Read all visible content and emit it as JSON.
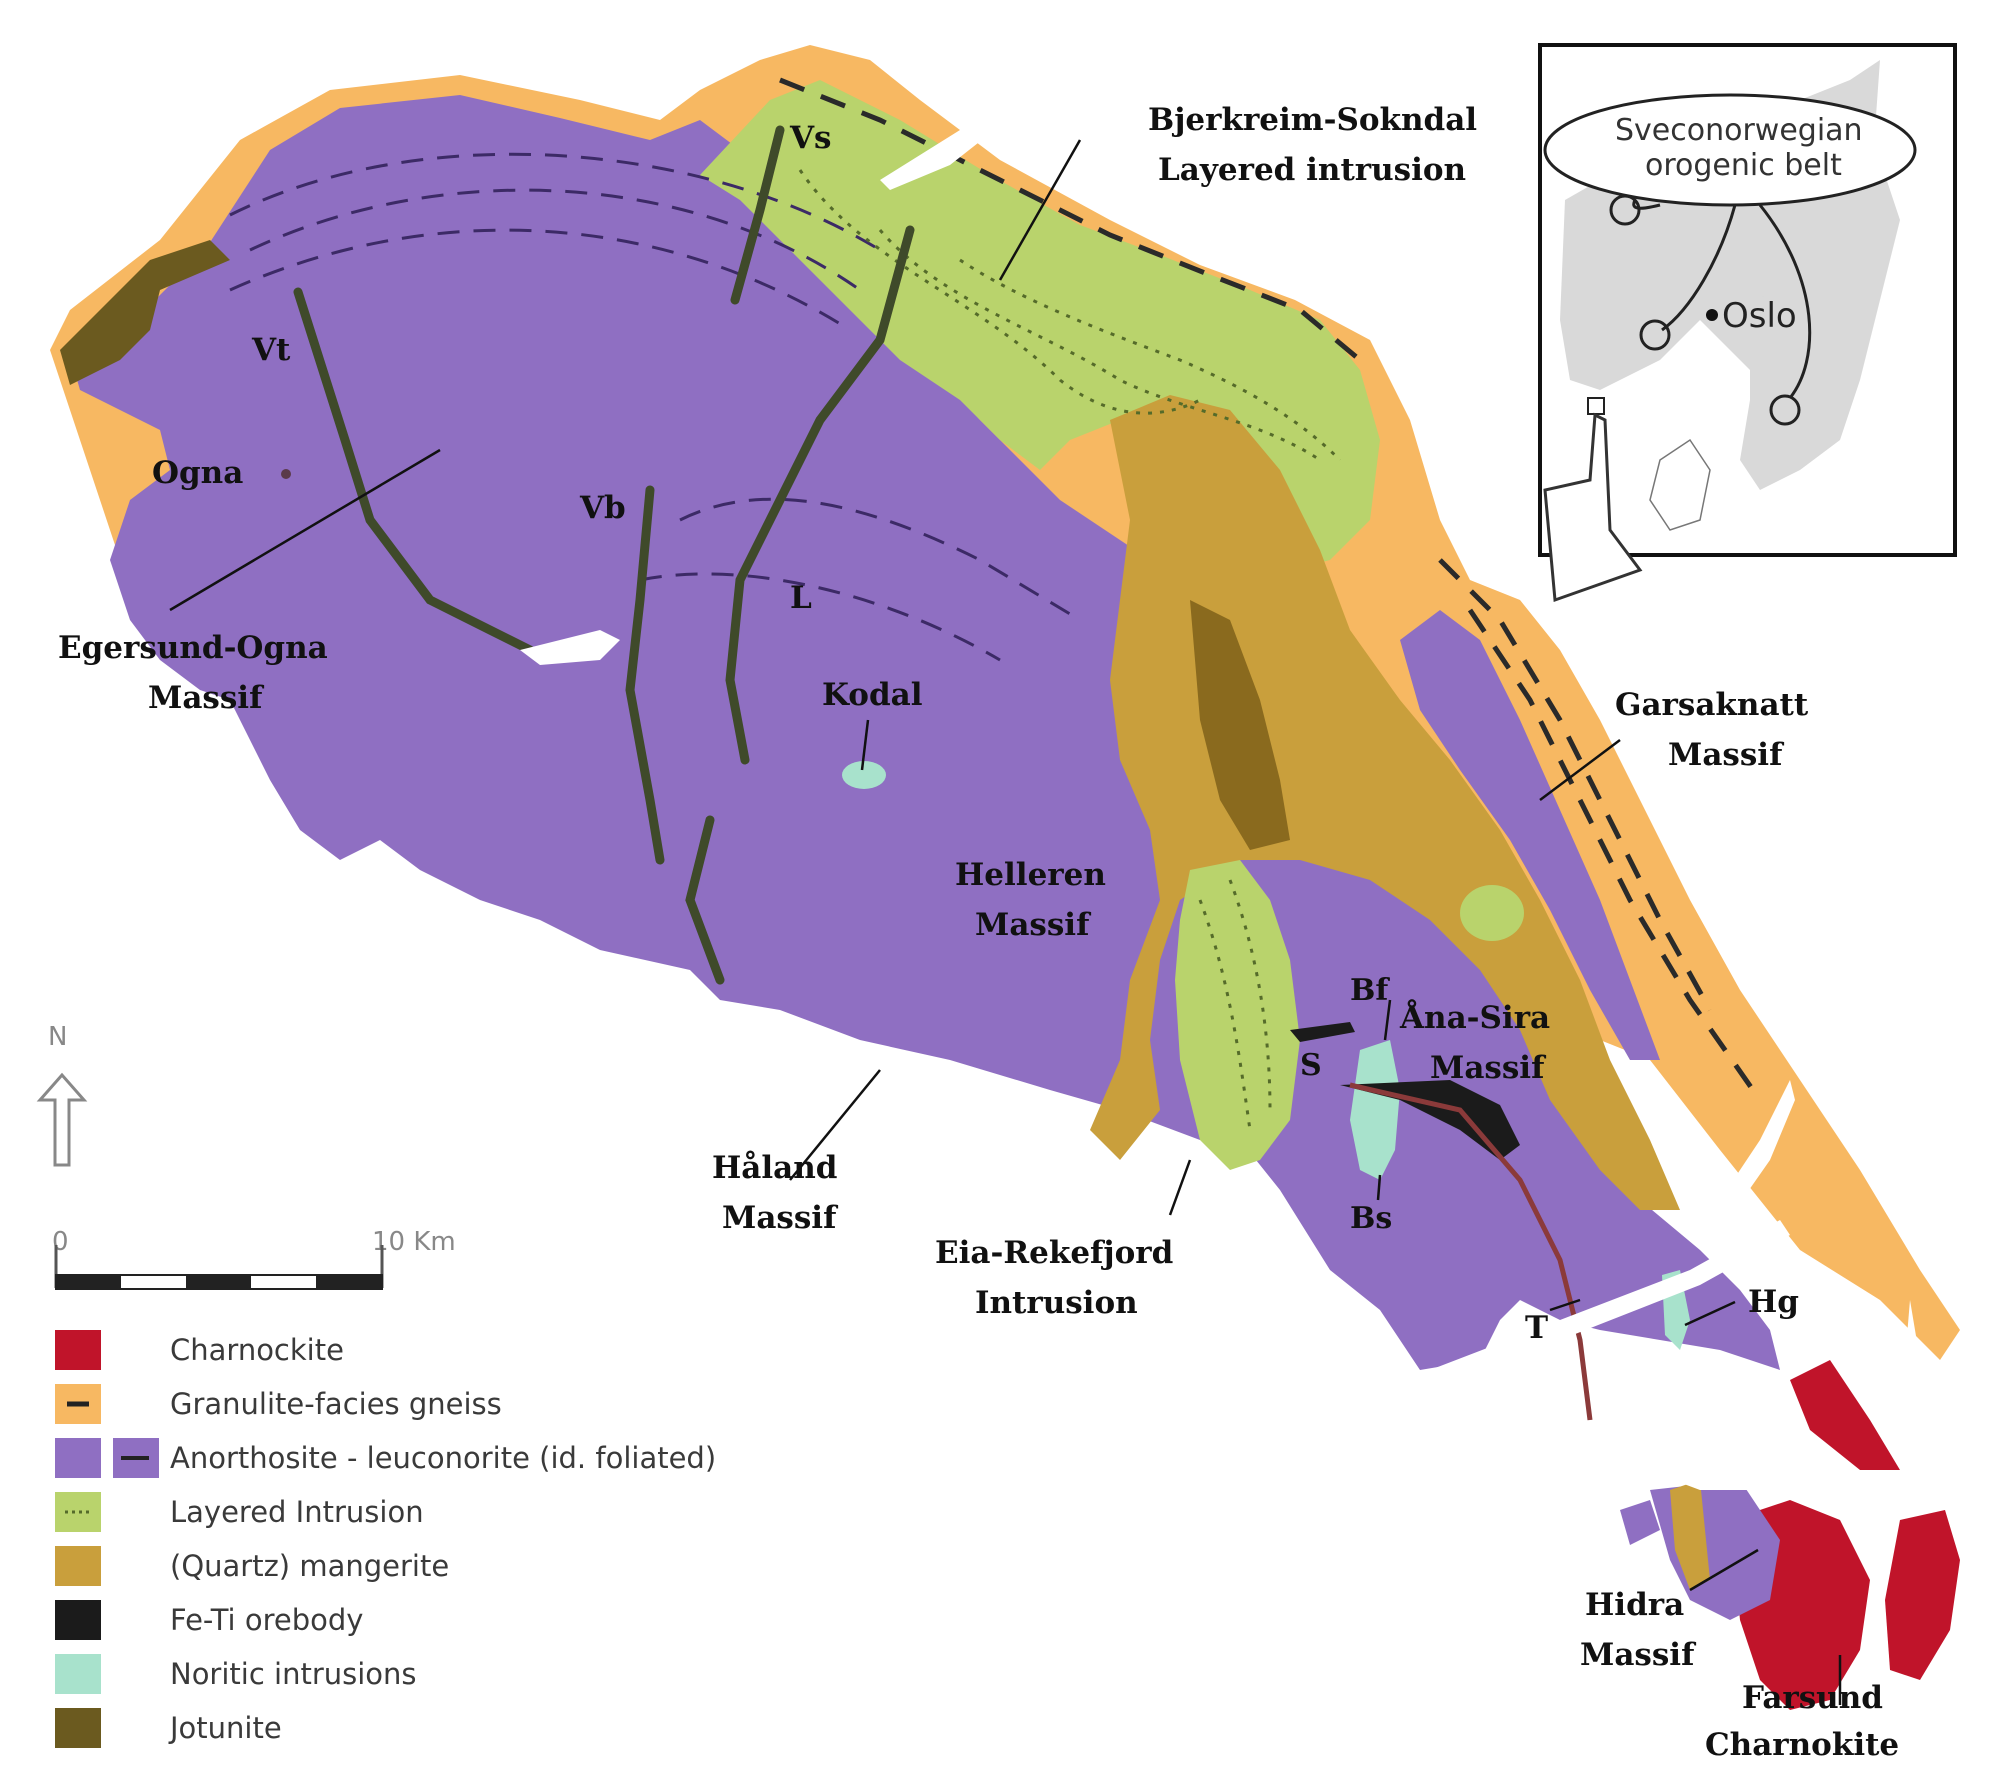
{
  "colors": {
    "anorthosite": "#8f6fc2",
    "gneiss": "#f7b862",
    "layered": "#b9d36c",
    "mangerite": "#c99f3c",
    "mangerite_dark": "#8a6a1e",
    "charnockite": "#c0142a",
    "fe_ti": "#1b1b1b",
    "noritic": "#a8e2cc",
    "jotunite": "#6b5a1f",
    "dyke": "#3f4a2a"
  },
  "labels": {
    "bjerkreim_1": "Bjerkreim-Sokndal",
    "bjerkreim_2": "Layered intrusion",
    "vs": "Vs",
    "vt": "Vt",
    "ogna": "Ogna",
    "vb": "Vb",
    "l": "L",
    "egersund_1": "Egersund-Ogna",
    "egersund_2": "Massif",
    "kodal": "Kodal",
    "garsaknatt_1": "Garsaknatt",
    "garsaknatt_2": "Massif",
    "helleren_1": "Helleren",
    "helleren_2": "Massif",
    "bf": "Bf",
    "ana_sira_1": "Åna-Sira",
    "ana_sira_2": "Massif",
    "s": "S",
    "bs": "Bs",
    "haland_1": "Håland",
    "haland_2": "Massif",
    "eia_1": "Eia-Rekefjord",
    "eia_2": "Intrusion",
    "t": "T",
    "hg": "Hg",
    "hidra_1": "Hidra",
    "hidra_2": "Massif",
    "farsund_1": "Farsund",
    "farsund_2": "Charnokite"
  },
  "inset": {
    "belt_line1": "Sveconorwegian",
    "belt_line2": "orogenic belt",
    "city": "Oslo"
  },
  "compass": {
    "label": "N"
  },
  "scale": {
    "start": "0",
    "end": "10 Km"
  },
  "legend": [
    {
      "label": "Charnockite",
      "color": "#c0142a"
    },
    {
      "label": "Granulite-facies gneiss",
      "color": "#f7b862"
    },
    {
      "label": "Anorthosite - leuconorite (id. foliated)",
      "color": "#8f6fc2"
    },
    {
      "label": "Layered Intrusion",
      "color": "#b9d36c"
    },
    {
      "label": "(Quartz) mangerite",
      "color": "#c99f3c"
    },
    {
      "label": "Fe-Ti orebody",
      "color": "#1b1b1b"
    },
    {
      "label": "Noritic intrusions",
      "color": "#a8e2cc"
    },
    {
      "label": "Jotunite",
      "color": "#6b5a1f"
    }
  ]
}
